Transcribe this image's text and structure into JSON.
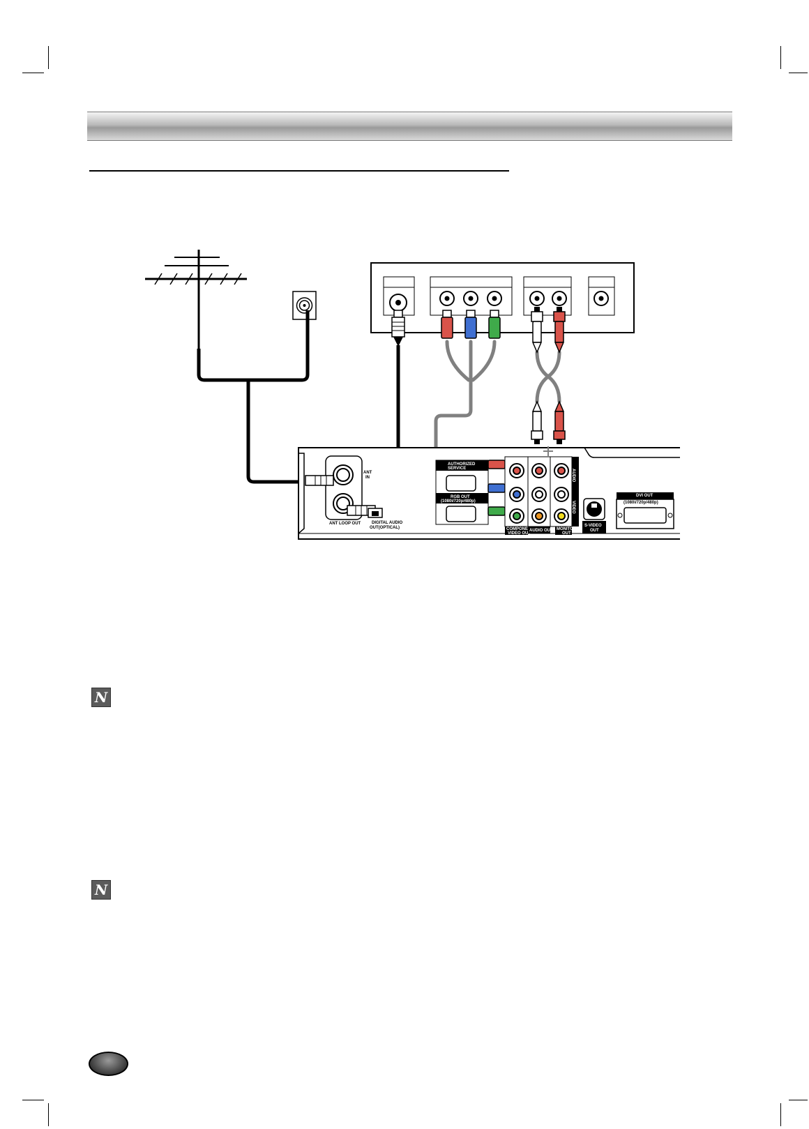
{
  "diagram": {
    "receiver_labels": {
      "ant_in": [
        "ANT",
        "IN"
      ],
      "ant_loop_out": "ANT LOOP OUT",
      "digital_audio_out": [
        "DIGITAL AUDIO",
        "OUT(OPTICAL)"
      ],
      "authorized_service": [
        "AUTHORIZED",
        "SERVICE"
      ],
      "rgb_out": [
        "RGB OUT",
        "(1080i/720p/480p)"
      ],
      "component_video_out": [
        "COMPONENT",
        "VIDEO OUT"
      ],
      "audio_out": "AUDIO OUT",
      "monitor_out": [
        "MONITOR",
        "OUT"
      ],
      "s_video_out": [
        "S-VIDEO",
        "OUT"
      ],
      "dvi_out": [
        "DVI OUT",
        "(1080i/720p/480p)"
      ],
      "audio_vertical": "AUDIO",
      "video_vertical": "VIDEO"
    }
  },
  "notes": [
    {
      "icon": "N"
    },
    {
      "icon": "N"
    }
  ],
  "colors": {
    "red": "#d9534a",
    "blue": "#3f6fd1",
    "green": "#3faa4a",
    "orange": "#e8931f",
    "yellow": "#f2dc1e",
    "cable": "#808080"
  }
}
